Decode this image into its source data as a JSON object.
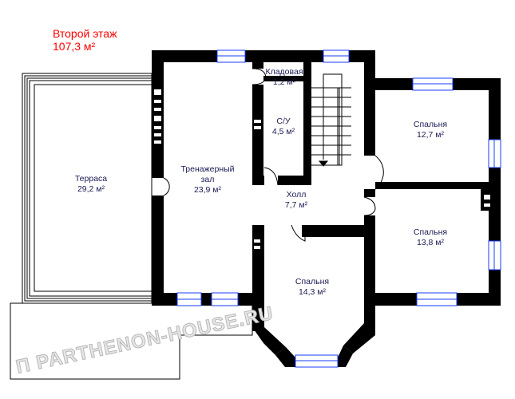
{
  "title": {
    "floor": "Второй этаж",
    "area": "107,3 м²"
  },
  "rooms": [
    {
      "name": "Кладовая",
      "area": "1,2 м²"
    },
    {
      "name": "С/У",
      "area": "4,5 м²"
    },
    {
      "name": "Терраса",
      "area": "29,2 м²"
    },
    {
      "name": "Тренажерный",
      "name2": "зал",
      "area": "23,9 м²"
    },
    {
      "name": "Холл",
      "area": "7,7 м²"
    },
    {
      "name": "Спальня",
      "area": "12,7 м²"
    },
    {
      "name": "Спальня",
      "area": "13,8 м²"
    },
    {
      "name": "Спальня",
      "area": "14,3 м²"
    }
  ],
  "watermark": "PARTHENON-HOUSE.RU",
  "colors": {
    "wall": "#000000",
    "window": "#1a3cff",
    "title": "#ff0000",
    "label": "#1a1a55"
  }
}
